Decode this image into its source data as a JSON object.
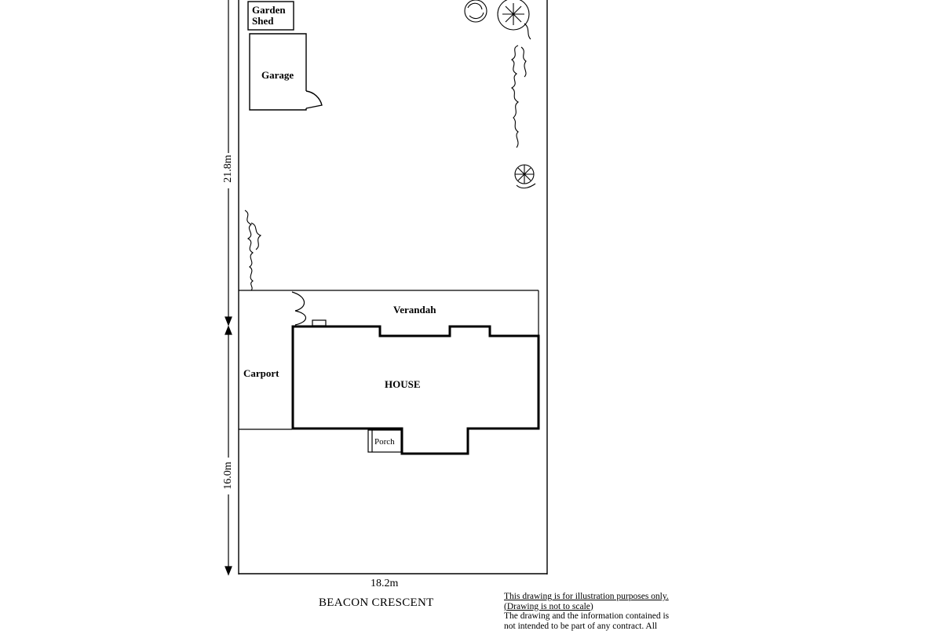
{
  "plan": {
    "labels": {
      "garden_shed_line1": "Garden",
      "garden_shed_line2": "Shed",
      "garage": "Garage",
      "verandah": "Verandah",
      "carport": "Carport",
      "house": "HOUSE",
      "porch": "Porch"
    },
    "dimensions": {
      "rear_depth": "21.8m",
      "front_depth": "16.0m",
      "frontage": "18.2m"
    },
    "street": "BEACON CRESCENT",
    "disclaimer": {
      "line1": "This drawing is for illustration purposes only.",
      "line2": "(Drawing is not to scale)",
      "line3": "The drawing and the information contained is",
      "line4": "not intended to be part of any contract. All"
    }
  },
  "colors": {
    "line": "#000000",
    "background": "#ffffff"
  }
}
